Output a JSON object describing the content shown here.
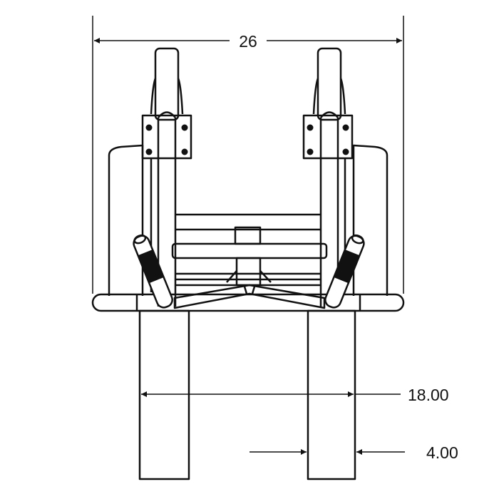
{
  "drawing": {
    "dimensions": {
      "overall_width": "26",
      "leg_spacing": "18.00",
      "leg_width": "4.00"
    },
    "colors": {
      "line": "#111111",
      "background": "#ffffff"
    }
  }
}
